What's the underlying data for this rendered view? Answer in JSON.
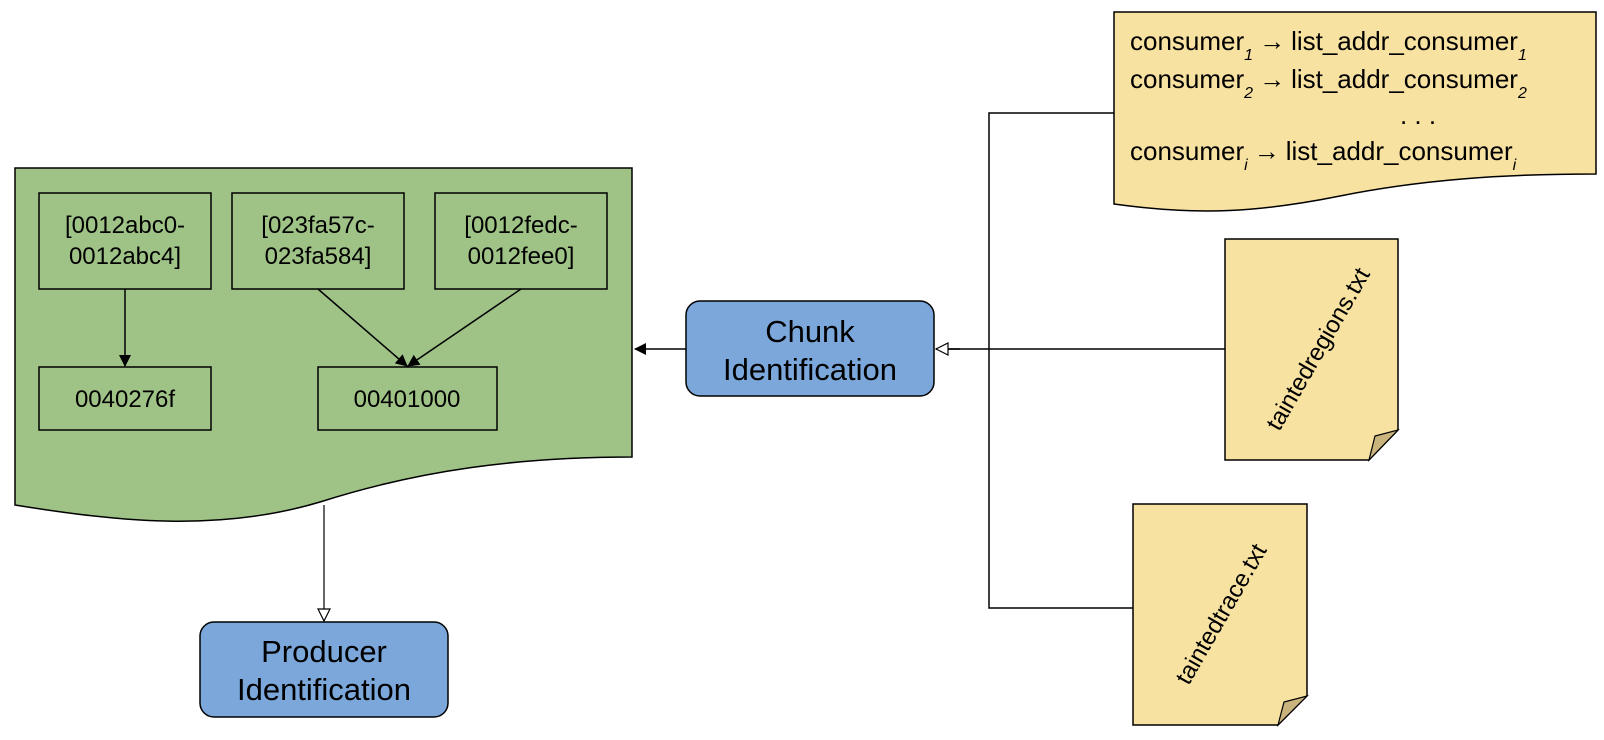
{
  "colors": {
    "green": "#9fc386",
    "blue": "#7ba7db",
    "yellow": "#f8e2a1",
    "fold": "#c9b47e",
    "stroke": "#000000"
  },
  "memory_regions": {
    "ranges": [
      {
        "line1": "[0012abc0-",
        "line2": "0012abc4]"
      },
      {
        "line1": "[023fa57c-",
        "line2": "023fa584]"
      },
      {
        "line1": "[0012fedc-",
        "line2": "0012fee0]"
      }
    ],
    "targets": [
      "0040276f",
      "00401000"
    ]
  },
  "processes": {
    "chunk": {
      "line1": "Chunk",
      "line2": "Identification"
    },
    "producer": {
      "line1": "Producer",
      "line2": "Identification"
    }
  },
  "consumer_map": {
    "rows": [
      {
        "left": "consumer",
        "left_sub": "1",
        "arrow": "→",
        "right": "list_addr_consumer",
        "right_sub": "1"
      },
      {
        "left": "consumer",
        "left_sub": "2",
        "arrow": "→",
        "right": "list_addr_consumer",
        "right_sub": "2"
      },
      {
        "left": "consumer",
        "left_sub": "i",
        "arrow": "→",
        "right": "list_addr_consumer",
        "right_sub": "i"
      }
    ],
    "ellipsis": ". . ."
  },
  "files": {
    "regions": "taintedregions.txt",
    "trace": "taintedtrace.txt"
  }
}
